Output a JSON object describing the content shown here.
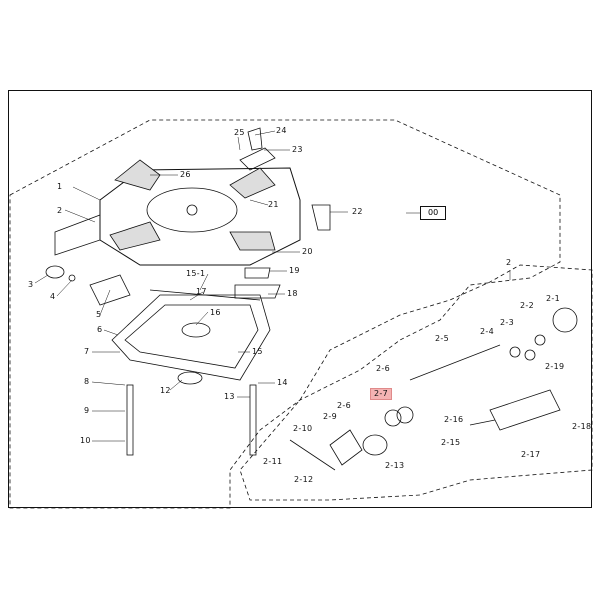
{
  "diagram": {
    "group_code": "00",
    "highlight_color": "#f4b3b3",
    "labels": {
      "l1": "1",
      "l2": "2",
      "l3": "3",
      "l4": "4",
      "l5": "5",
      "l6": "6",
      "l7": "7",
      "l8": "8",
      "l9": "9",
      "l10": "10",
      "l12": "12",
      "l13": "13",
      "l14": "14",
      "l15": "15",
      "l15_1": "15-1",
      "l16": "16",
      "l17": "17",
      "l18": "18",
      "l19": "19",
      "l20": "20",
      "l21": "21",
      "l22": "22",
      "l23": "23",
      "l24": "24",
      "l25": "25",
      "l26": "26",
      "s2": "2",
      "s2_1": "2-1",
      "s2_2": "2-2",
      "s2_3": "2-3",
      "s2_4": "2-4",
      "s2_5": "2-5",
      "s2_6a": "2-6",
      "s2_6b": "2-6",
      "s2_7": "2-7",
      "s2_9": "2-9",
      "s2_10": "2-10",
      "s2_11": "2-11",
      "s2_12": "2-12",
      "s2_13": "2-13",
      "s2_15": "2-15",
      "s2_16": "2-16",
      "s2_17": "2-17",
      "s2_18": "2-18",
      "s2_19": "2-19"
    }
  }
}
